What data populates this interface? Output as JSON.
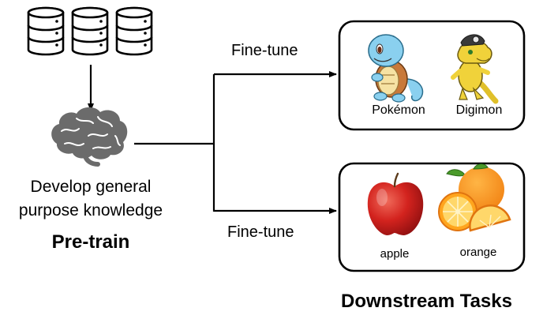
{
  "pretrain": {
    "description_line1": "Develop general",
    "description_line2": "purpose knowledge",
    "label": "Pre-train"
  },
  "finetune": {
    "top_label": "Fine-tune",
    "bottom_label": "Fine-tune"
  },
  "tasks": {
    "top": {
      "item1": "Pokémon",
      "item2": "Digimon"
    },
    "bottom": {
      "item1": "apple",
      "item2": "orange"
    },
    "title": "Downstream Tasks"
  }
}
